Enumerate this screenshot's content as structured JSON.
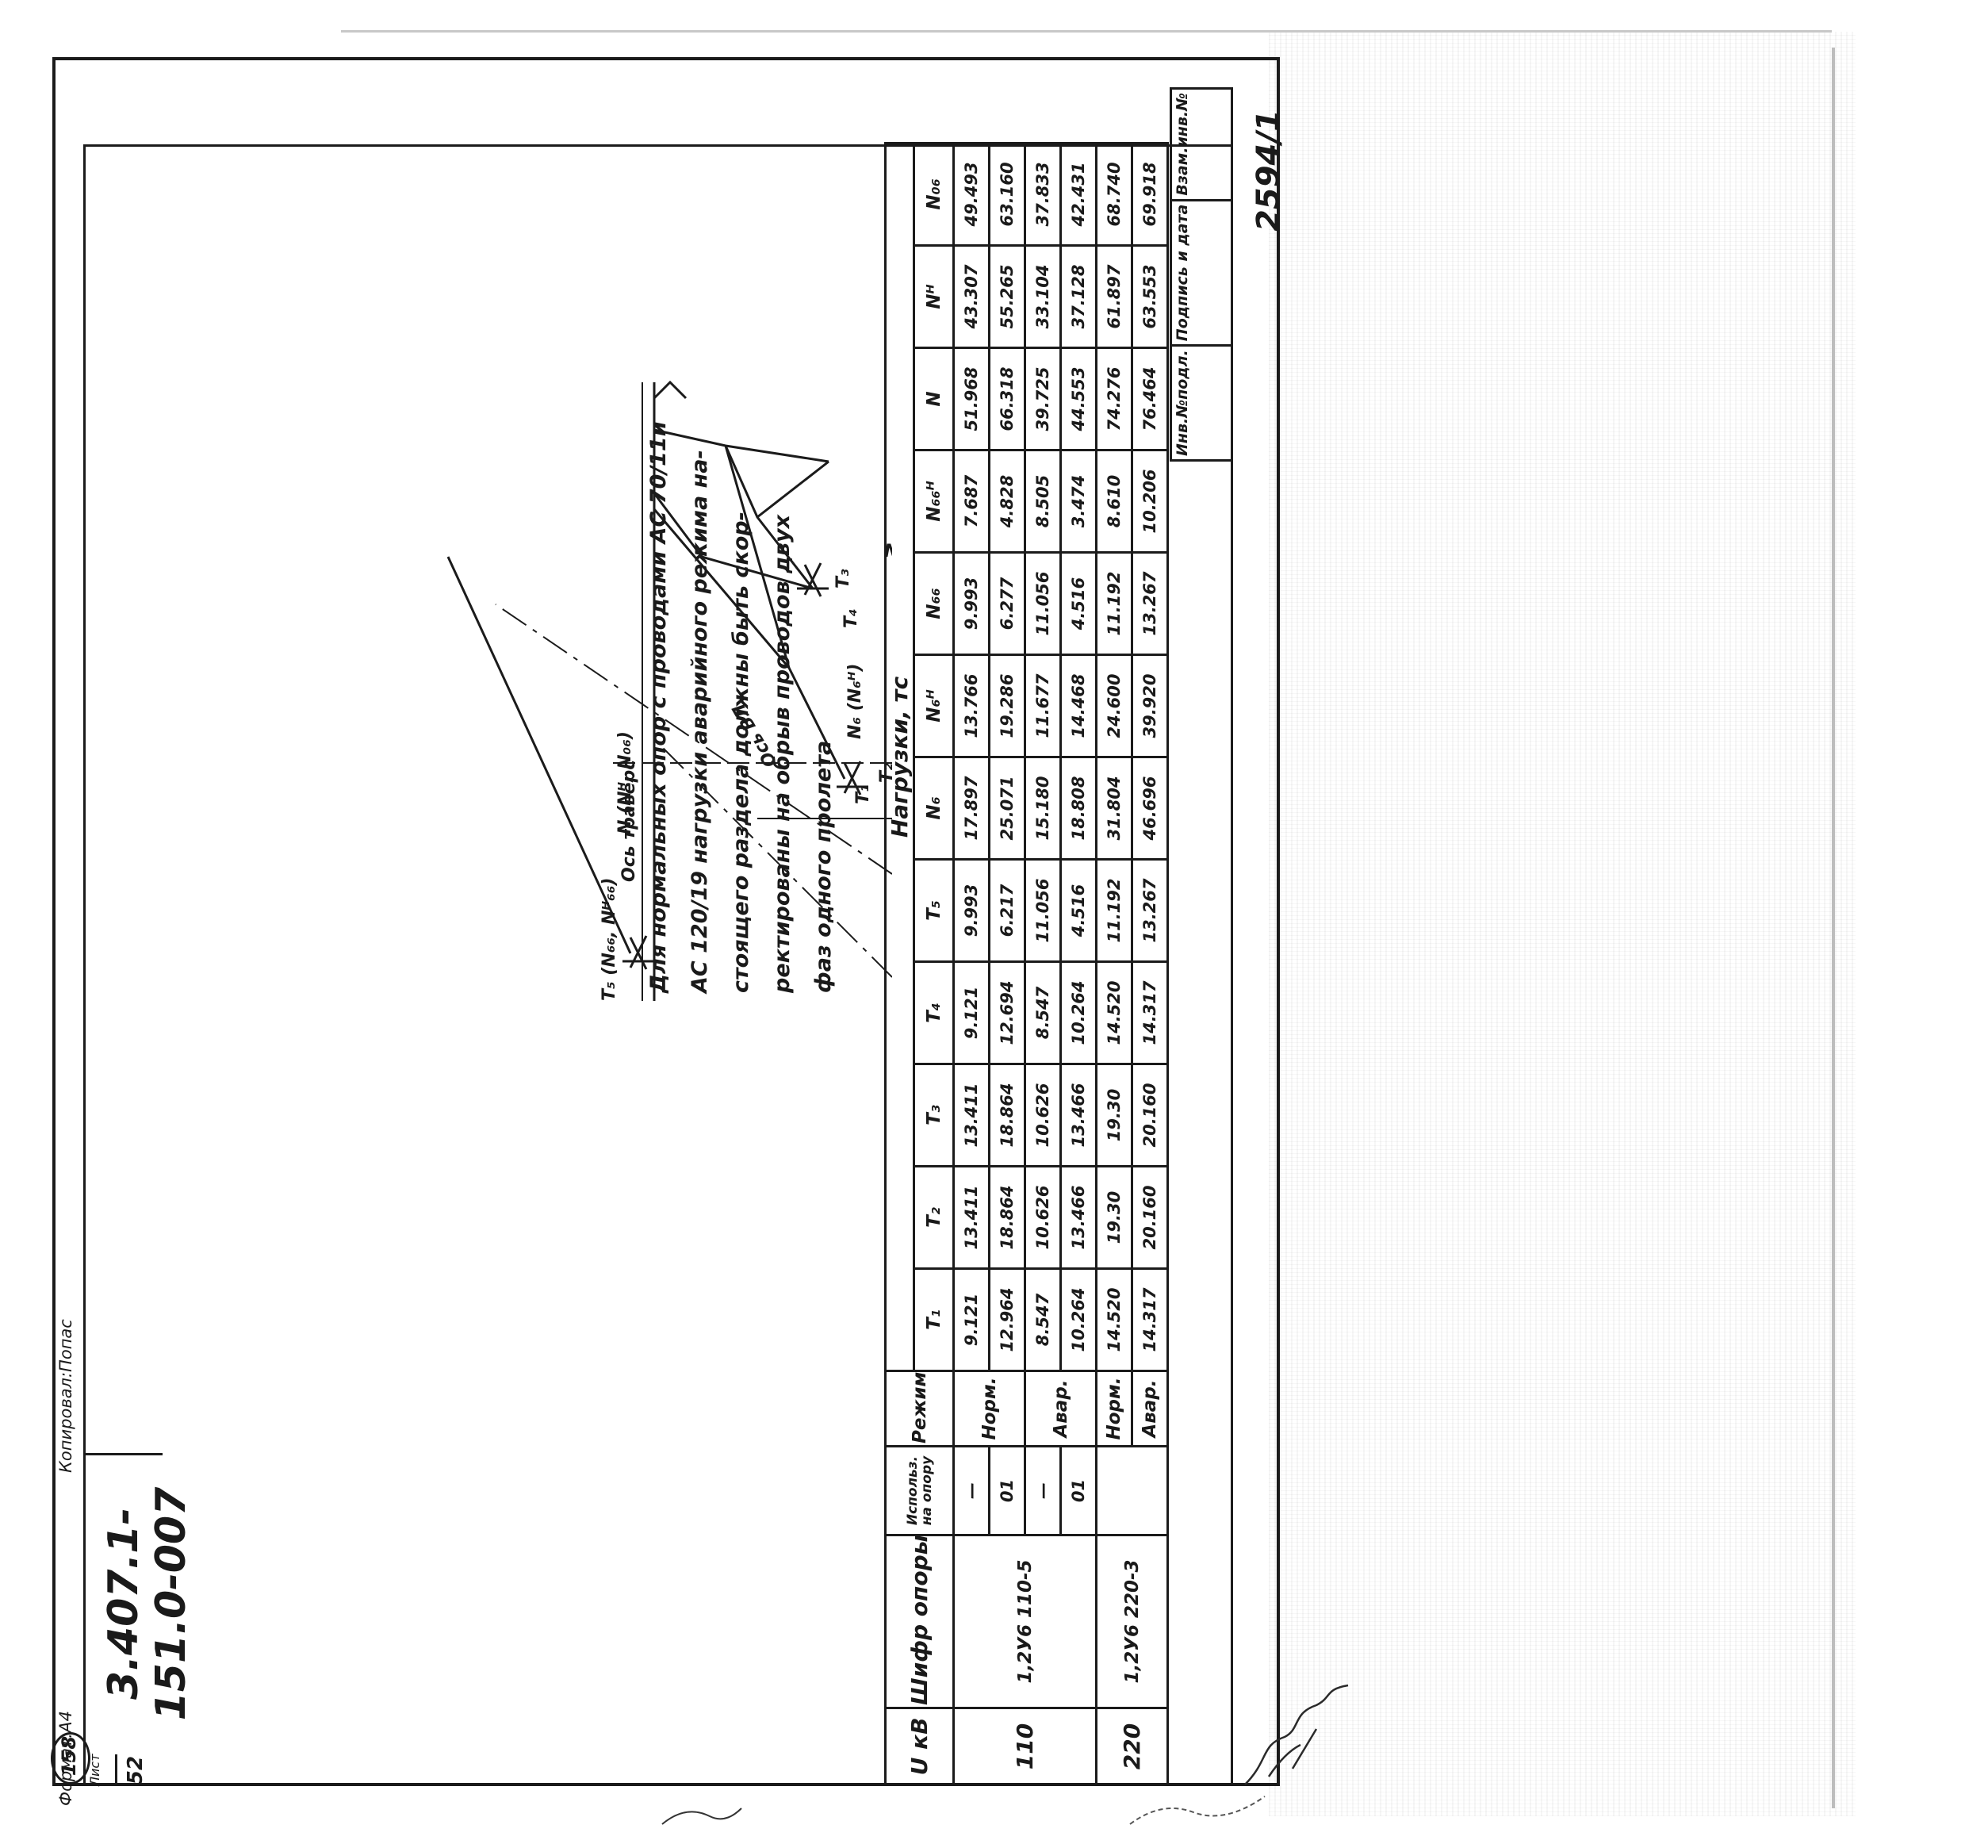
{
  "inventory_number": "2594/1",
  "stamp_columns": [
    {
      "label": "Инв.№подл."
    },
    {
      "label": "Подпись и дата"
    },
    {
      "label": "Взам.инв.№"
    }
  ],
  "table": {
    "headers": {
      "voltage": "U кВ",
      "code": "Шифр опоры",
      "use": "Использ. на опору",
      "mode": "Режим",
      "loads_group": "Нагрузки, тс"
    },
    "load_headers": [
      "T₁",
      "T₂",
      "T₃",
      "T₄",
      "T₅",
      "N₆",
      "N₆ᴴ",
      "N₆₆",
      "N₆₆ᴴ",
      "N",
      "Nᴴ",
      "N₀₆"
    ],
    "voltages": [
      "110",
      "220"
    ],
    "codes": [
      "1,2У6 110-5",
      "1,2У6 220-3"
    ],
    "uses": [
      "—",
      "01",
      "—",
      "01"
    ],
    "modes": [
      "Норм.",
      "Авар.",
      "Норм.",
      "Авар."
    ],
    "rows": [
      [
        "9.121",
        "13.411",
        "13.411",
        "9.121",
        "9.993",
        "17.897",
        "13.766",
        "9.993",
        "7.687",
        "51.968",
        "43.307",
        "49.493"
      ],
      [
        "12.964",
        "18.864",
        "18.864",
        "12.694",
        "6.217",
        "25.071",
        "19.286",
        "6.277",
        "4.828",
        "66.318",
        "55.265",
        "63.160"
      ],
      [
        "8.547",
        "10.626",
        "10.626",
        "8.547",
        "11.056",
        "15.180",
        "11.677",
        "11.056",
        "8.505",
        "39.725",
        "33.104",
        "37.833"
      ],
      [
        "10.264",
        "13.466",
        "13.466",
        "10.264",
        "4.516",
        "18.808",
        "14.468",
        "4.516",
        "3.474",
        "44.553",
        "37.128",
        "42.431"
      ],
      [
        "14.520",
        "19.30",
        "19.30",
        "14.520",
        "11.192",
        "31.804",
        "24.600",
        "11.192",
        "8.610",
        "74.276",
        "61.897",
        "68.740"
      ],
      [
        "14.317",
        "20.160",
        "20.160",
        "14.317",
        "13.267",
        "46.696",
        "39.920",
        "13.267",
        "10.206",
        "76.464",
        "63.553",
        "69.918"
      ]
    ]
  },
  "note_lines": [
    "Для нормальных опор с проводами АС 70/11и",
    "АС 120/19 нагрузки аварийного режима на-",
    "стоящего раздела должны быть скор-",
    "ректированы на обрыв проводов двух",
    "фаз одного пролета"
  ],
  "diagram_labels": {
    "t1": "T₁",
    "t2": "T₂",
    "t3": "T₃",
    "t4": "T₄",
    "t5": "T₅ (N₆₆, Nᴴ₆₆)",
    "n6a": "N₆ (N₆ᴴ)",
    "n6b": "N₆ (N₆ᴴ)",
    "n": "N (Nᴴ, N₀₆)",
    "axis_line": "Ось ВЛ",
    "axis_traverse": "Ось травёрс"
  },
  "title_block": {
    "doc_code": "3.407.1-151.0-007",
    "sheet_label": "Лист",
    "sheet_number": "52",
    "copied": "Копировал:Попас",
    "format": "Формат:А4"
  },
  "page_stamp": "158"
}
